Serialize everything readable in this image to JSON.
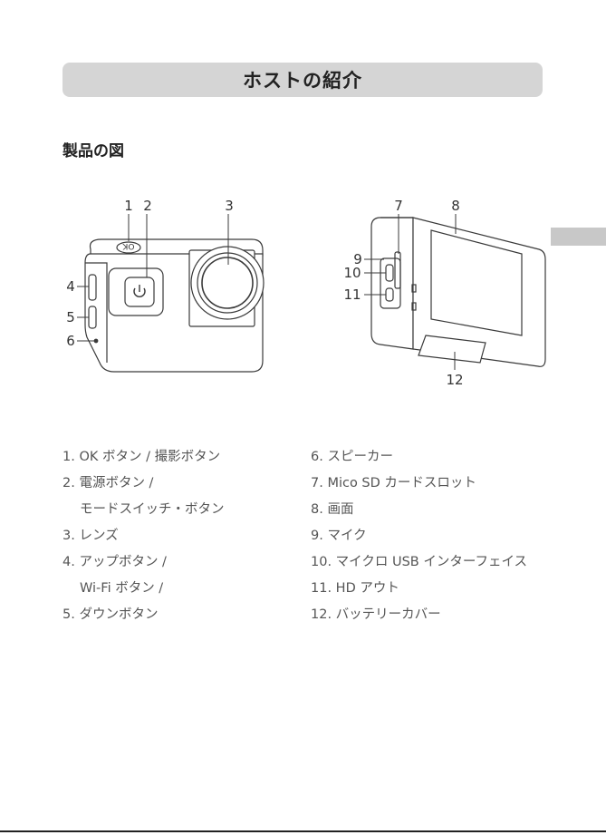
{
  "header": {
    "title": "ホストの紹介"
  },
  "section": {
    "heading": "製品の図"
  },
  "callouts": {
    "front": [
      "1",
      "2",
      "3",
      "4",
      "5",
      "6"
    ],
    "back": [
      "7",
      "8",
      "9",
      "10",
      "11",
      "12"
    ]
  },
  "legend": {
    "left": [
      "1. OK ボタン / 撮影ボタン",
      "2. 電源ボタン /",
      "モードスイッチ・ボタン",
      "3. レンズ",
      "4. アップボタン /",
      "Wi-Fi ボタン /",
      "5. ダウンボタン"
    ],
    "right": [
      "6. スピーカー",
      "7. Mico SD カードスロット",
      "8. 画面",
      "9. マイク",
      "10. マイクロ USB インターフェイス",
      "11. HD アウト",
      "12. バッテリーカバー"
    ]
  },
  "colors": {
    "title_bar": "#d5d5d5",
    "side_tab": "#c8c8c8",
    "text": "#555555"
  },
  "icons": {
    "power": "power-icon",
    "ok_button": "ok-button-icon"
  }
}
